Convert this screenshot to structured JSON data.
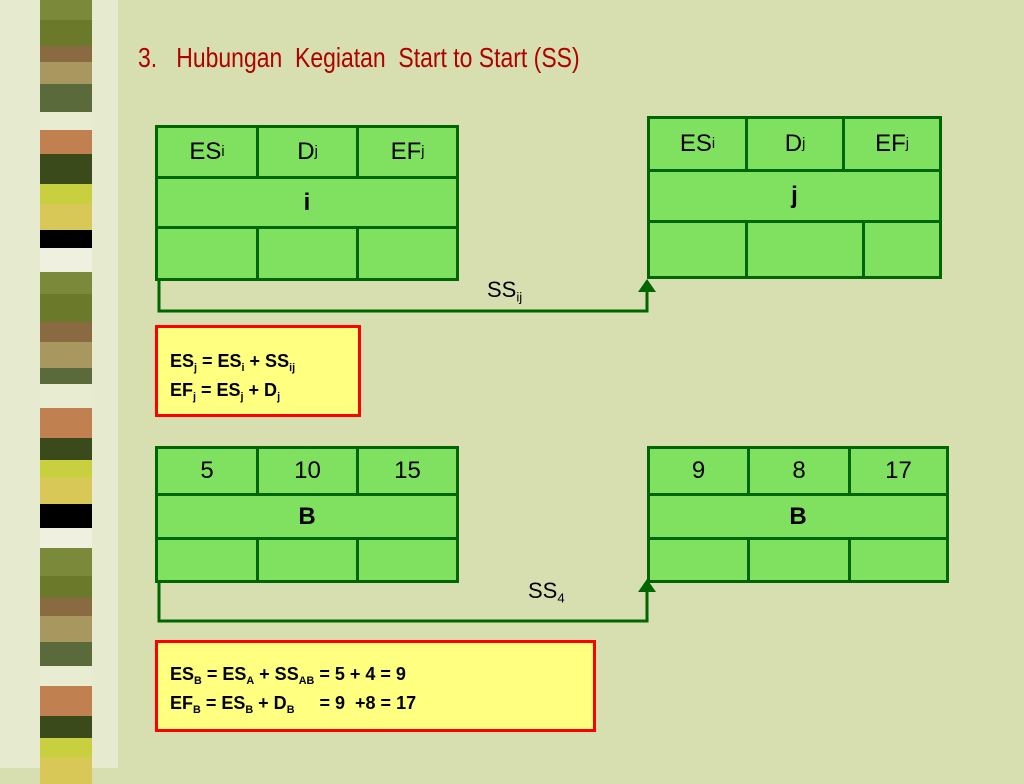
{
  "title": "3.   Hubungan  Kegiatan  Start to Start (SS)",
  "colors": {
    "node_fill": "#80e060",
    "node_border": "#006600",
    "title": "#b00000",
    "formula_border": "#ff0000",
    "formula_fill": "#ffff80",
    "arrow": "#006600"
  },
  "general": {
    "node_i": {
      "es": "ES",
      "es_sub": "i",
      "d": "D",
      "d_sub": "j",
      "ef": "EF",
      "ef_sub": "j",
      "name": "i"
    },
    "node_j": {
      "es": "ES",
      "es_sub": "i",
      "d": "D",
      "d_sub": "j",
      "ef": "EF",
      "ef_sub": "j",
      "name": "j"
    },
    "link_label": "SS",
    "link_label_sub": "ij",
    "formula": {
      "l1_a": "ES",
      "l1_a_sub": "j",
      "l1_b": " = ES",
      "l1_b_sub": "i",
      "l1_c": " + SS",
      "l1_c_sub": "ij",
      "l2_a": "EF",
      "l2_a_sub": "j",
      "l2_b": " = ES",
      "l2_b_sub": "j",
      "l2_c": " + D",
      "l2_c_sub": "j"
    }
  },
  "example": {
    "node_left": {
      "es": "5",
      "d": "10",
      "ef": "15",
      "name": "B"
    },
    "node_right": {
      "es": "9",
      "d": "8",
      "ef": "17",
      "name": "B"
    },
    "link_label": "SS",
    "link_label_sub": "4",
    "formula": {
      "l1_a": "ES",
      "l1_a_sub": "B",
      "l1_b": " = ES",
      "l1_b_sub": "A",
      "l1_c": " + SS",
      "l1_c_sub": "AB",
      "l1_d": " = 5 + 4 = 9",
      "l2_a": "EF",
      "l2_a_sub": "B",
      "l2_b": " = ES",
      "l2_b_sub": "B",
      "l2_c": " + D",
      "l2_c_sub": "B",
      "l2_d": "     = 9  +8 = 17"
    }
  }
}
